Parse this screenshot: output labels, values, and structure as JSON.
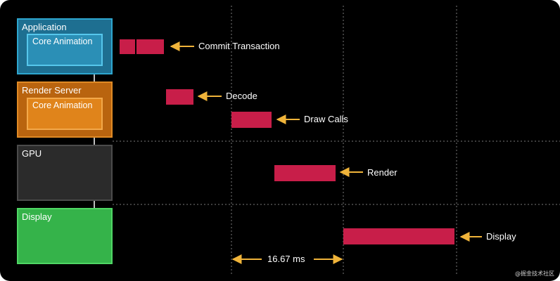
{
  "stages": {
    "application": {
      "label": "Application",
      "inner_label": "Core Animation"
    },
    "render_server": {
      "label": "Render Server",
      "inner_label": "Core Animation"
    },
    "gpu": {
      "label": "GPU"
    },
    "display": {
      "label": "Display"
    }
  },
  "steps": {
    "commit": "Commit Transaction",
    "decode": "Decode",
    "draw_calls": "Draw Calls",
    "render": "Render",
    "display": "Display"
  },
  "frame_interval": "16.67 ms",
  "watermark": "@掘金技术社区",
  "colors": {
    "arrow": "#f0b43a",
    "bar": "#c81e49",
    "application": "#1e6f91",
    "render_server": "#b9640f",
    "gpu": "#2b2b2b",
    "display": "#35b34a"
  }
}
